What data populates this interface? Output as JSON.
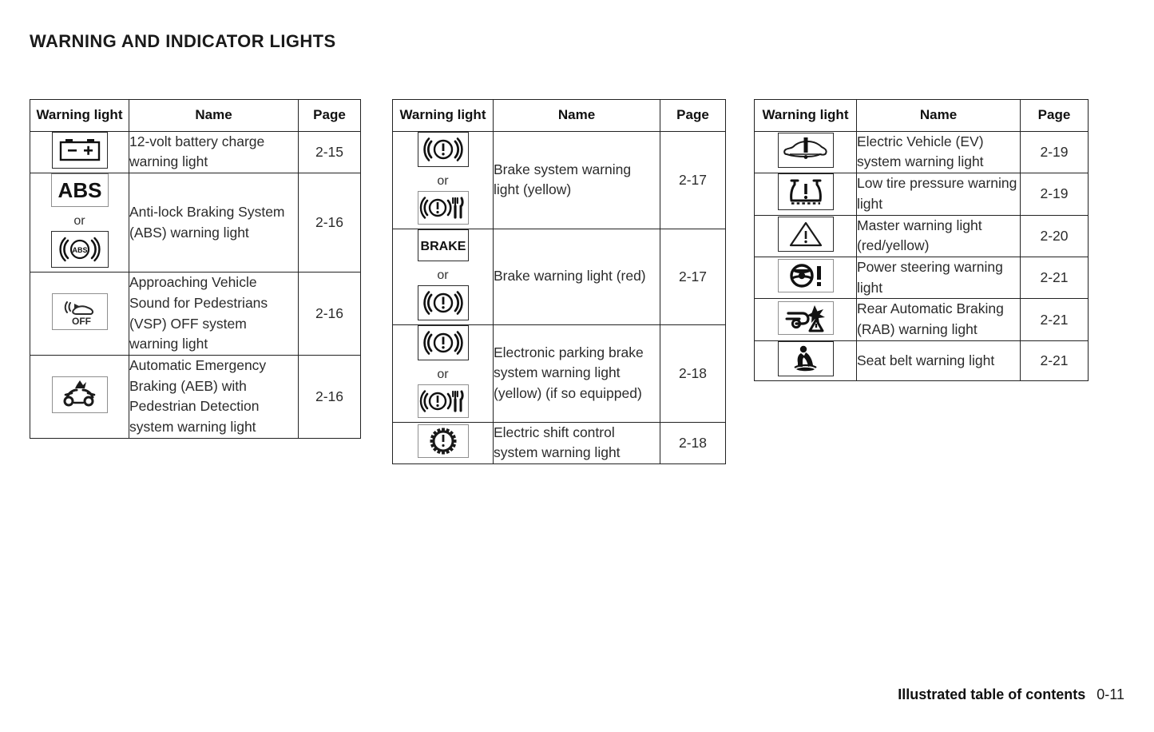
{
  "page_title": "WARNING AND INDICATOR LIGHTS",
  "footer": {
    "label": "Illustrated table of contents",
    "page": "0-11"
  },
  "columns": {
    "warning_light": "Warning light",
    "name": "Name",
    "page": "Page"
  },
  "tables": [
    {
      "id": "table-1",
      "headers": {
        "warning_light": "Warning light",
        "name": "Name",
        "page": "Page"
      },
      "rows": [
        {
          "icons": [
            "battery-12v-icon"
          ],
          "or_label": null,
          "name": "12-volt battery charge warning light",
          "page": "2-15"
        },
        {
          "icons": [
            "abs-text-icon",
            "abs-circle-icon"
          ],
          "or_label": "or",
          "name": "Anti-lock Braking System (ABS) warning light",
          "page": "2-16"
        },
        {
          "icons": [
            "vsp-off-icon"
          ],
          "or_label": null,
          "name": "Approaching Vehicle Sound for Pedestrians (VSP) OFF system warning light",
          "page": "2-16"
        },
        {
          "icons": [
            "aeb-pedestrian-icon"
          ],
          "or_label": null,
          "name": "Automatic Emergency Braking (AEB) with Pedestrian Detection system warning light",
          "page": "2-16"
        }
      ]
    },
    {
      "id": "table-2",
      "headers": {
        "warning_light": "Warning light",
        "name": "Name",
        "page": "Page"
      },
      "rows": [
        {
          "icons": [
            "brake-circle-icon",
            "brake-circle-wrench-icon"
          ],
          "or_label": "or",
          "name": "Brake system warning light (yellow)",
          "page": "2-17"
        },
        {
          "icons": [
            "brake-text-icon",
            "brake-circle-icon"
          ],
          "or_label": "or",
          "name": "Brake warning light (red)",
          "page": "2-17"
        },
        {
          "icons": [
            "brake-circle-icon",
            "brake-circle-wrench-icon"
          ],
          "or_label": "or",
          "name": "Electronic parking brake system warning light (yellow) (if so equipped)",
          "page": "2-18"
        },
        {
          "icons": [
            "electric-shift-gear-icon"
          ],
          "or_label": null,
          "name": "Electric shift control system warning light",
          "page": "2-18"
        }
      ]
    },
    {
      "id": "table-3",
      "headers": {
        "warning_light": "Warning light",
        "name": "Name",
        "page": "Page"
      },
      "rows": [
        {
          "icons": [
            "ev-system-car-icon"
          ],
          "or_label": null,
          "name": "Electric Vehicle (EV) system warning light",
          "page": "2-19"
        },
        {
          "icons": [
            "low-tire-pressure-icon"
          ],
          "or_label": null,
          "name": "Low tire pressure warning light",
          "page": "2-19"
        },
        {
          "icons": [
            "master-warning-triangle-icon"
          ],
          "or_label": null,
          "name": "Master warning light (red/yellow)",
          "page": "2-20"
        },
        {
          "icons": [
            "power-steering-icon"
          ],
          "or_label": null,
          "name": "Power steering warning light",
          "page": "2-21"
        },
        {
          "icons": [
            "rear-automatic-braking-icon"
          ],
          "or_label": null,
          "name": "Rear Automatic Braking (RAB) warning light",
          "page": "2-21"
        },
        {
          "icons": [
            "seat-belt-icon"
          ],
          "or_label": null,
          "name": "Seat belt warning light",
          "page": "2-21"
        }
      ]
    }
  ],
  "colors": {
    "text": "#2b2b2b",
    "border": "#222222",
    "background": "#ffffff"
  }
}
